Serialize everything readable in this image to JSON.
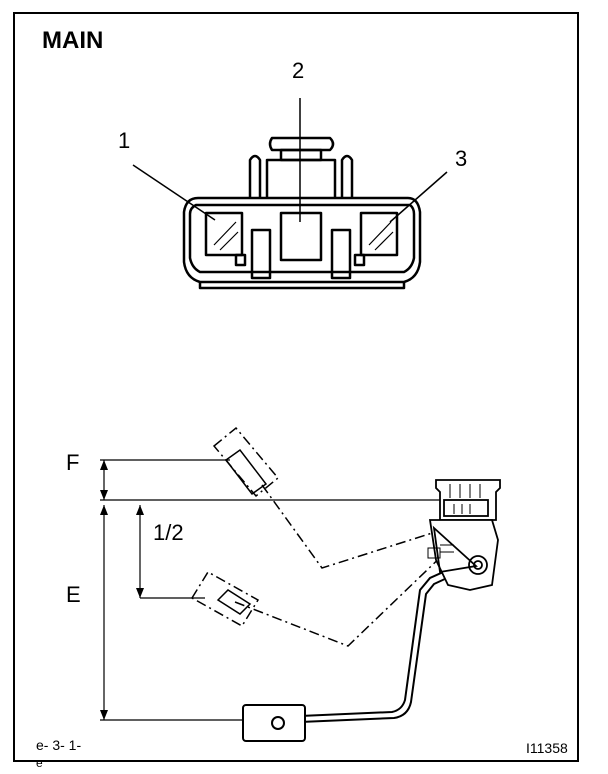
{
  "title": "MAIN",
  "connector": {
    "pins": [
      {
        "label": "1"
      },
      {
        "label": "2"
      },
      {
        "label": "3"
      }
    ]
  },
  "gauge": {
    "label_f": "F",
    "label_e": "E",
    "label_half": "1/2"
  },
  "footer": {
    "code_left": "e- 3- 1-",
    "code_left_2": "e",
    "image_id": "I11358"
  }
}
